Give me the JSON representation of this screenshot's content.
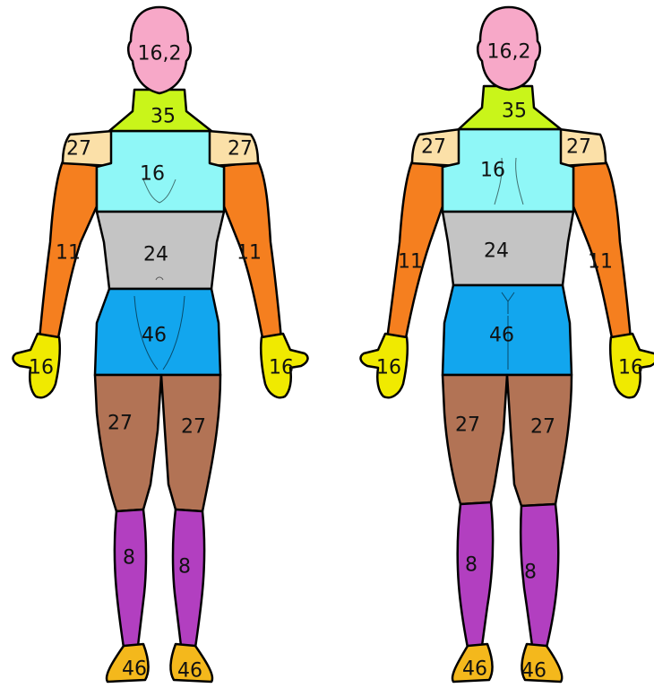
{
  "colors": {
    "head": "#f7a8c8",
    "neck": "#c9f51a",
    "shoulder": "#fbe0a8",
    "chest": "#8ff7f7",
    "abdomen": "#c4c4c4",
    "arm": "#f57f1f",
    "hand": "#f0ea00",
    "pelvis": "#12a6ee",
    "thigh": "#b27355",
    "calf": "#b23fc0",
    "foot": "#f4b81c"
  },
  "front": {
    "head": "16,2",
    "neck": "35",
    "shoulder_left": "27",
    "shoulder_right": "27",
    "chest": "16",
    "arm_left": "11",
    "arm_right": "11",
    "abdomen": "24",
    "pelvis": "46",
    "hand_left": "16",
    "hand_right": "16",
    "thigh_left": "27",
    "thigh_right": "27",
    "calf_left": "8",
    "calf_right": "8",
    "foot_left": "46",
    "foot_right": "46"
  },
  "back": {
    "head": "16,2",
    "neck": "35",
    "shoulder_left": "27",
    "shoulder_right": "27",
    "chest": "16",
    "arm_left": "11",
    "arm_right": "11",
    "abdomen": "24",
    "pelvis": "46",
    "hand_left": "16",
    "hand_right": "16",
    "thigh_left": "27",
    "thigh_right": "27",
    "calf_left": "8",
    "calf_right": "8",
    "foot_left": "46",
    "foot_right": "46"
  }
}
